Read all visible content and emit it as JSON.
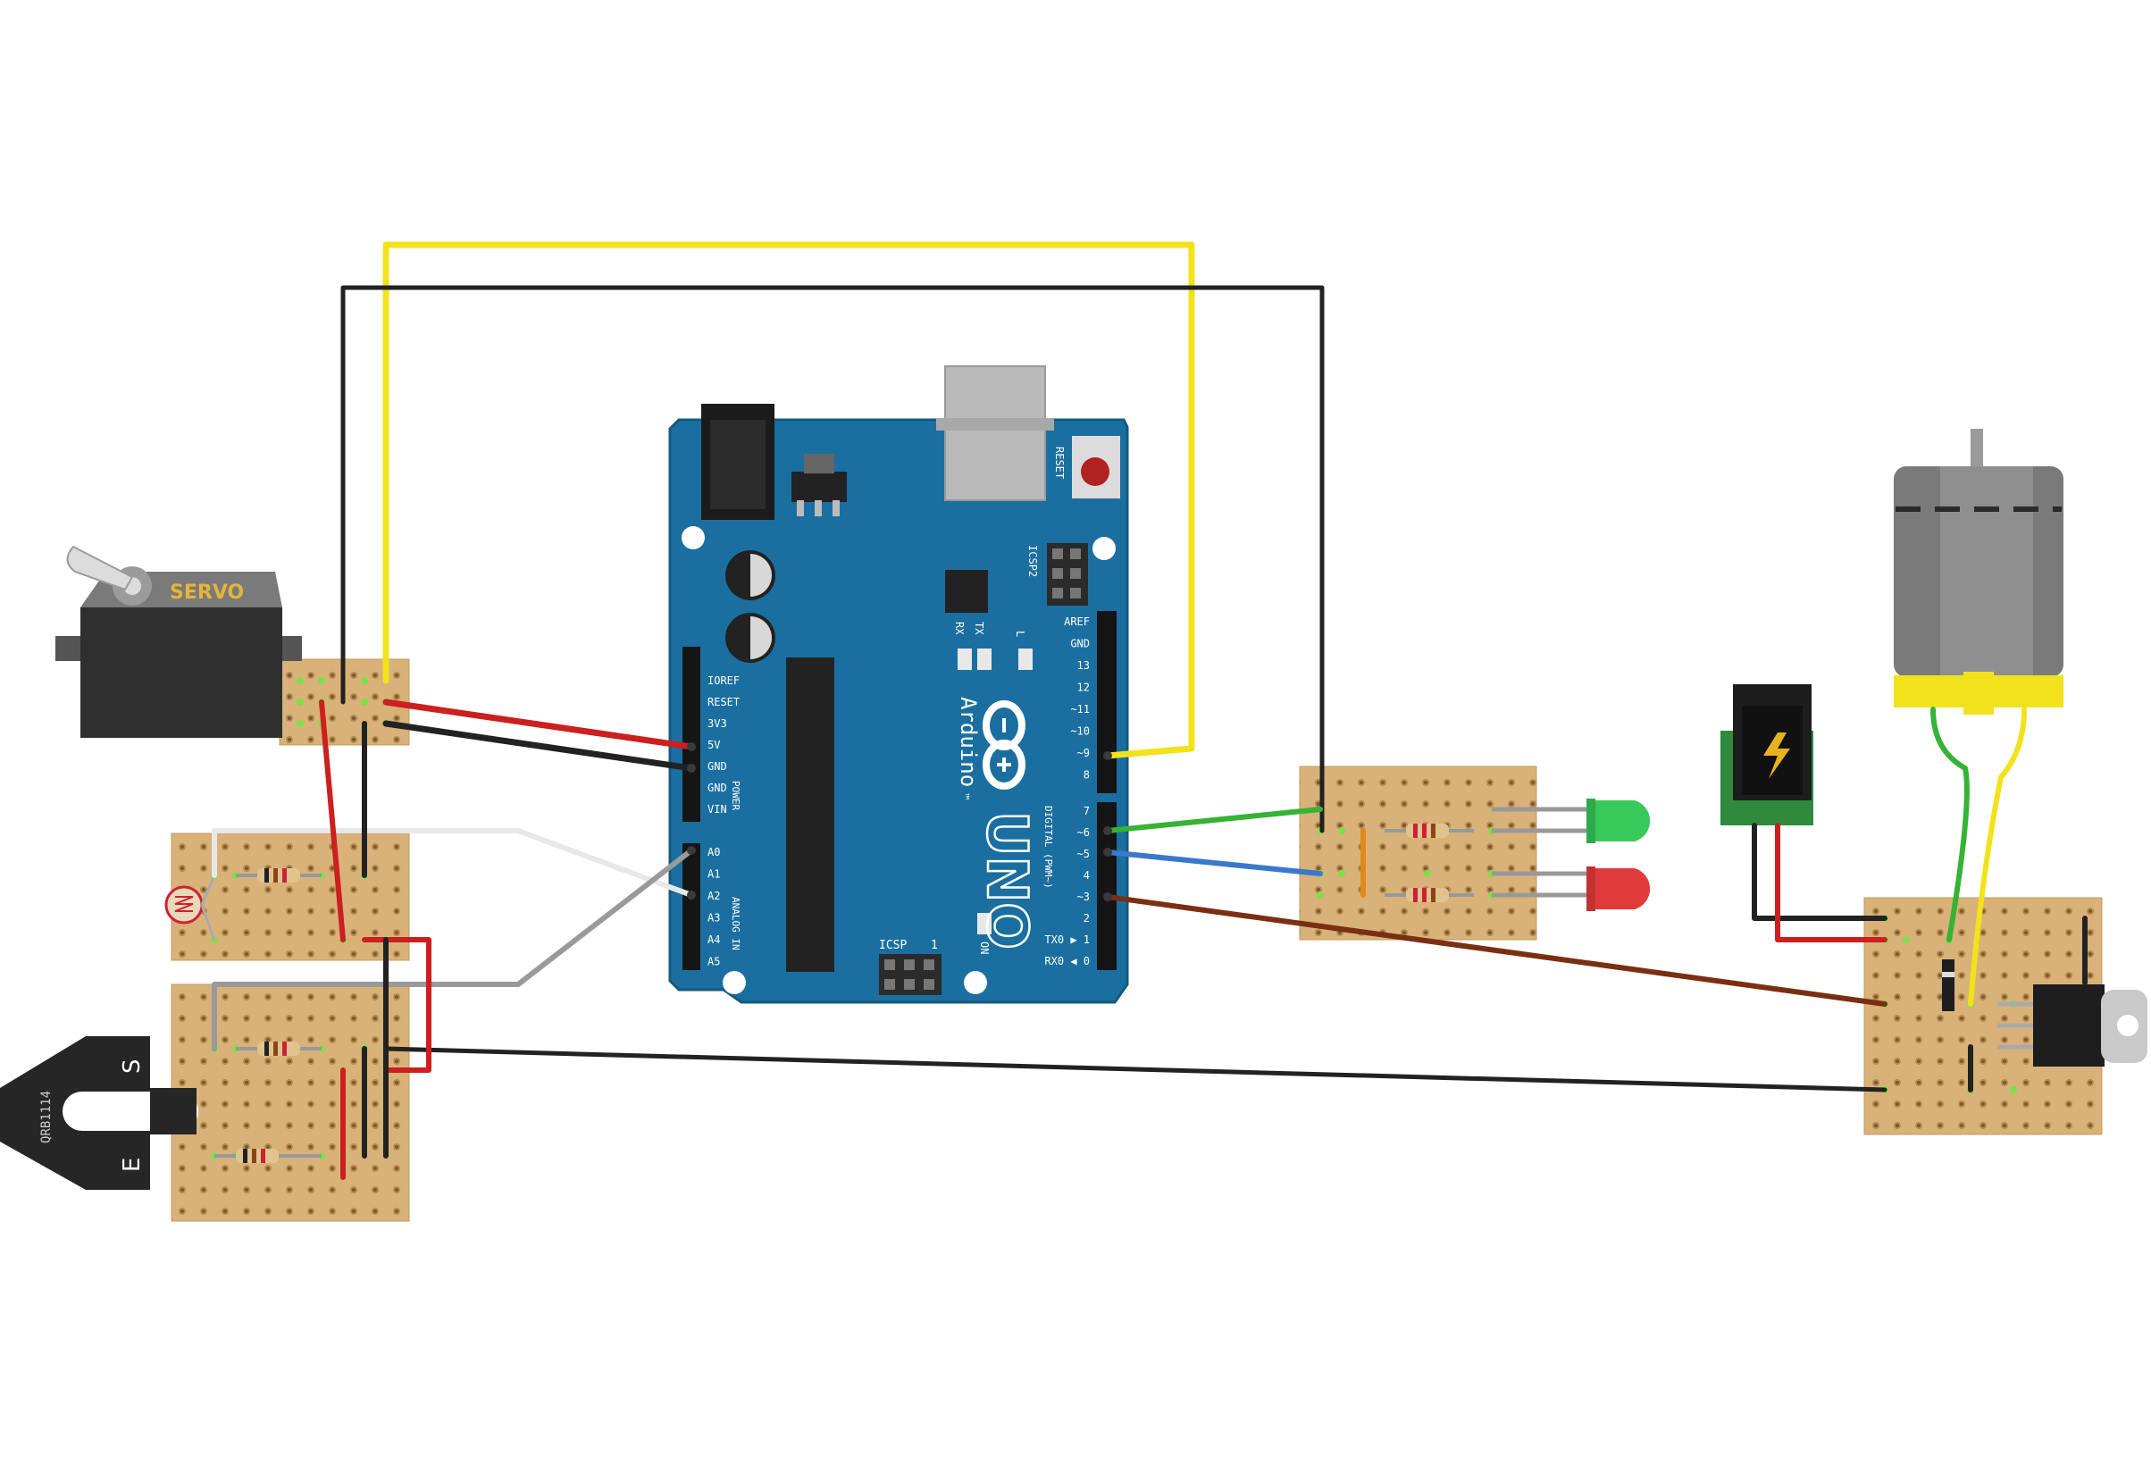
{
  "servo": {
    "label": "SERVO"
  },
  "arduino": {
    "brand": "Arduino",
    "trademark": "™",
    "model": "UNO",
    "reset_label": "RESET",
    "icsp2_label": "ICSP2",
    "icsp_label": "ICSP",
    "icsp_pin1": "1",
    "tx_label": "TX",
    "rx_label": "RX",
    "l_label": "L",
    "on_label": "ON",
    "digital_label": "DIGITAL (PWM~)",
    "power_label": "POWER",
    "analog_label": "ANALOG IN",
    "power_pins": [
      "IOREF",
      "RESET",
      "3V3",
      "5V",
      "GND",
      "GND",
      "VIN"
    ],
    "analog_pins": [
      "A0",
      "A1",
      "A2",
      "A3",
      "A4",
      "A5"
    ],
    "digital_pins_high": [
      "AREF",
      "GND",
      "13",
      "12",
      "~11",
      "~10",
      "~9",
      "8"
    ],
    "digital_pins_low": [
      "7",
      "~6",
      "~5",
      "4",
      "~3",
      "2",
      "TX0 ▶ 1",
      "RX0 ◀ 0"
    ]
  },
  "sensor": {
    "part": "QRB1114",
    "pin_s": "S",
    "pin_e": "E"
  },
  "wire_colors": {
    "yellow": "#f2e21b",
    "black": "#222222",
    "red": "#cc1f1f",
    "green": "#35b335",
    "blue": "#3a78cc",
    "brown": "#7a2f12",
    "white": "#e8e8e8",
    "gray": "#9a9a9a",
    "board": "#1a6fa0",
    "stripboard": "#d9b27a"
  }
}
